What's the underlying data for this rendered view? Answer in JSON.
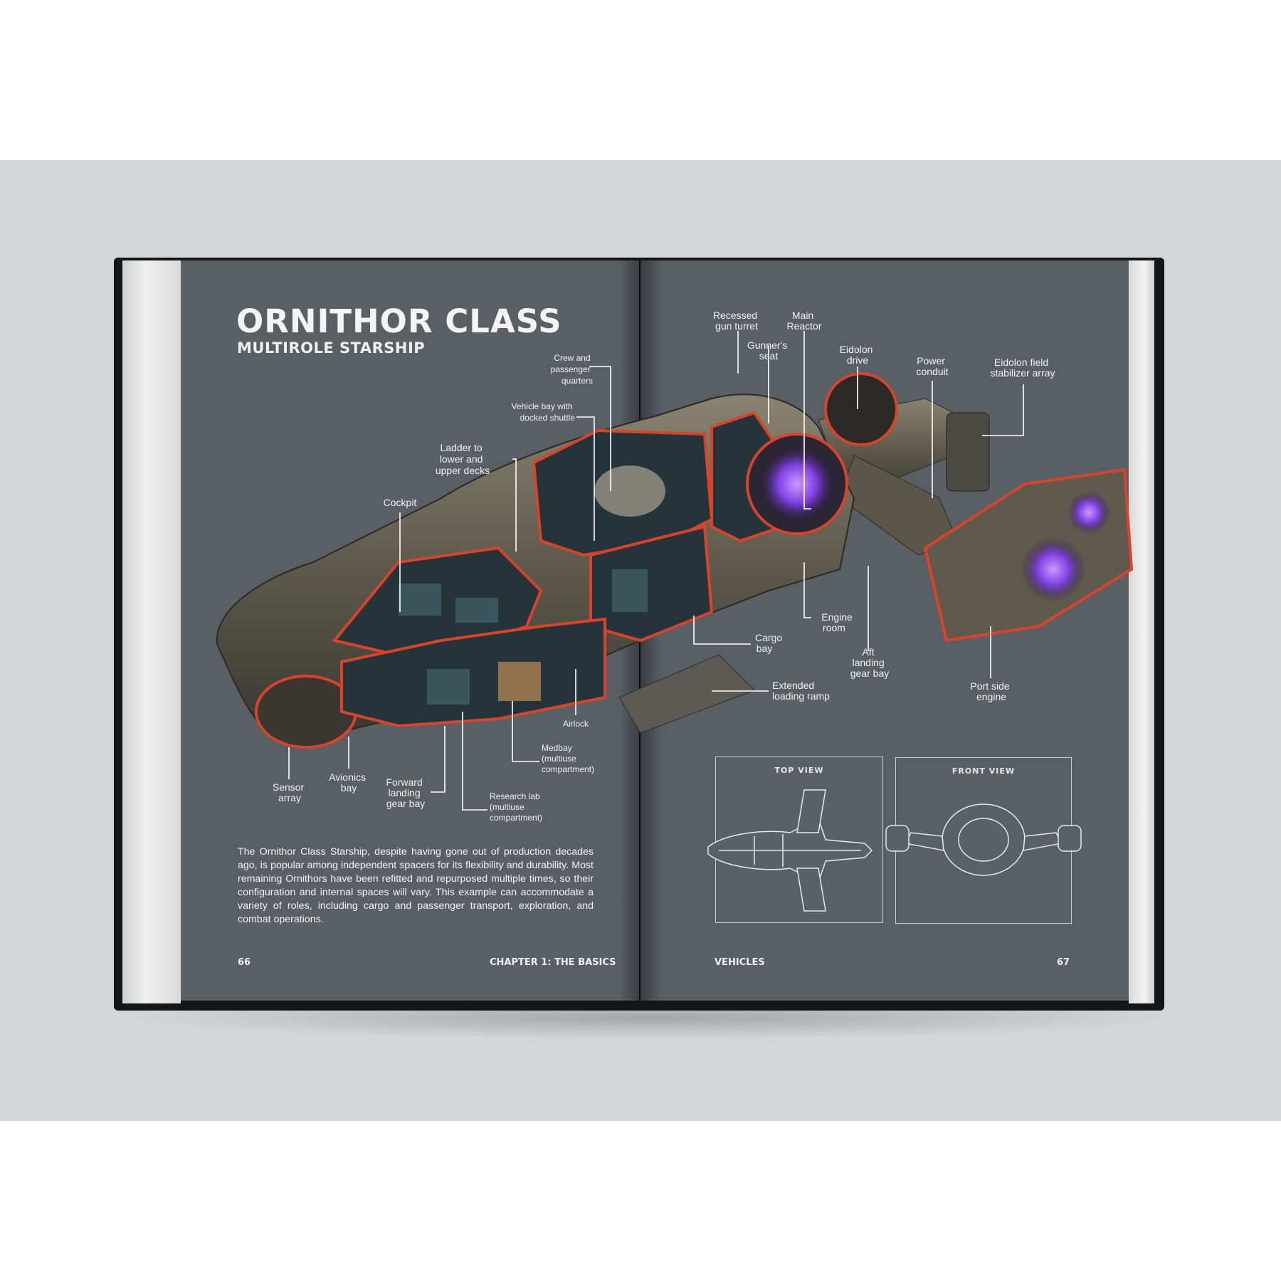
{
  "header": {
    "title": "ORNITHOR CLASS",
    "subtitle": "MULTIROLE STARSHIP"
  },
  "labels": {
    "recessed_gun_turret": [
      "Recessed",
      "gun turret"
    ],
    "main_reactor": [
      "Main",
      "Reactor"
    ],
    "gunners_seat": [
      "Gunner's",
      "seat"
    ],
    "eidolon_drive": [
      "Eidolon",
      "drive"
    ],
    "power_conduit": [
      "Power",
      "conduit"
    ],
    "eidolon_field": [
      "Eidolon field",
      "stabilizer array"
    ],
    "crew_quarters": [
      "Crew and",
      "passenger",
      "quarters"
    ],
    "vehicle_bay": [
      "Vehicle bay with",
      "docked shuttle"
    ],
    "ladder": [
      "Ladder to",
      "lower  and",
      "upper decks"
    ],
    "cockpit": [
      "Cockpit"
    ],
    "engine_room": [
      "Engine",
      "room"
    ],
    "cargo_bay": [
      "Cargo",
      "bay"
    ],
    "aft_landing": [
      "Aft",
      "landing",
      "gear bay"
    ],
    "port_engine": [
      "Port side",
      "engine"
    ],
    "loading_ramp": [
      "Extended",
      "loading ramp"
    ],
    "airlock": [
      "Airlock"
    ],
    "medbay": [
      "Medbay",
      "(multiuse",
      "compartment)"
    ],
    "sensor_array": [
      "Sensor",
      "array"
    ],
    "avionics_bay": [
      "Avionics",
      "bay"
    ],
    "forward_landing": [
      "Forward",
      "landing",
      "gear bay"
    ],
    "research_lab": [
      "Research lab",
      "(multiuse",
      "compartment)"
    ]
  },
  "description": "The Ornithor Class Starship, despite having gone out of production decades ago, is popular among independent spacers for its flexibility and durability. Most remaining Ornithors have been refitted and repurposed multiple times, so their configuration and internal spaces will vary. This example can accommodate a variety of roles, including cargo and passenger transport, exploration, and combat operations.",
  "views": {
    "top": "TOP VIEW",
    "front": "FRONT VIEW"
  },
  "footer": {
    "left_page_number": "66",
    "left_running_head": "CHAPTER 1: THE BASICS",
    "right_running_head": "VEHICLES",
    "right_page_number": "67"
  },
  "colors": {
    "page_background": "#595f65",
    "cutaway_outline": "#d8432a",
    "reactor_glow": "#9b5cff"
  }
}
